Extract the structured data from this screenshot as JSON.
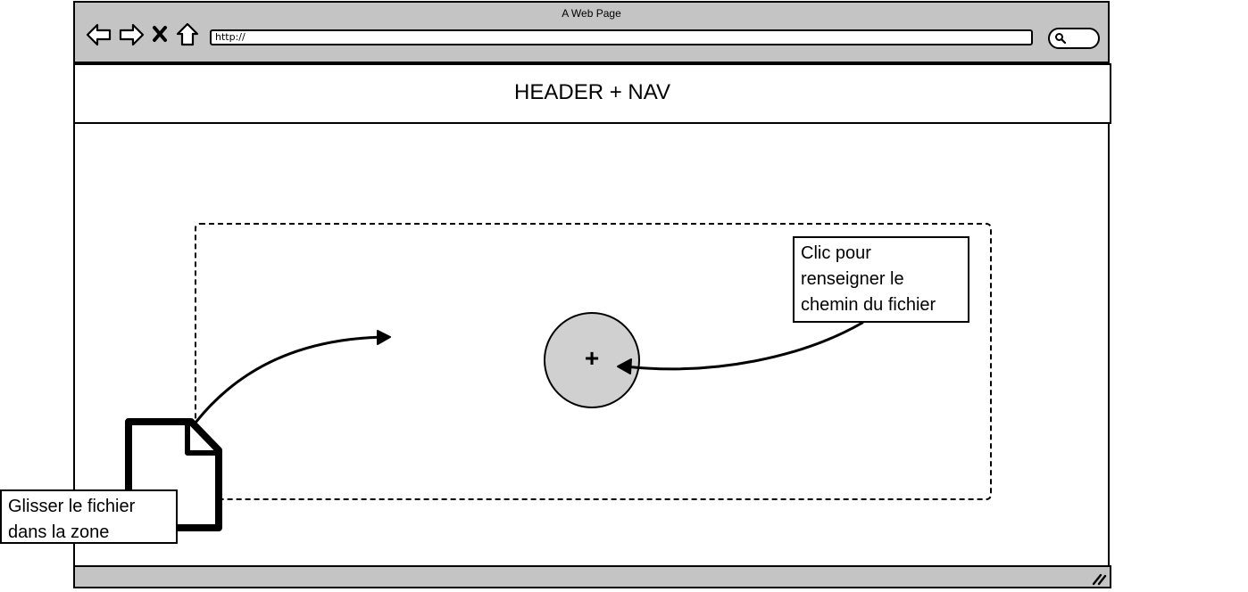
{
  "window": {
    "title": "A Web Page",
    "url": "http://"
  },
  "toolbar": {
    "back_icon": "arrow-left-icon",
    "forward_icon": "arrow-right-icon",
    "stop_icon": "close-icon",
    "home_icon": "home-icon",
    "search_icon": "search-icon"
  },
  "page": {
    "header_label": "HEADER + NAV",
    "add_button_label": "+"
  },
  "annotations": {
    "click_note": "Clic pour\nrenseigner le\nchemin du fichier",
    "drag_note": "Glisser le fichier\ndans la zone"
  },
  "icons": {
    "file": "file-icon",
    "resize": "resize-grip-icon"
  }
}
